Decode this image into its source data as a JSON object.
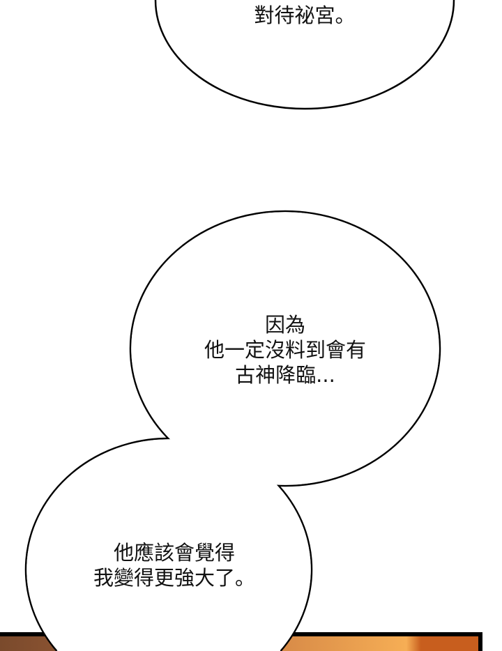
{
  "bubbles": {
    "top": {
      "lines": [
        "對待祕宮。"
      ]
    },
    "middle": {
      "lines": [
        "因為",
        "他一定沒料到會有",
        "古神降臨..."
      ]
    },
    "bottom": {
      "lines": [
        "他應該會覺得",
        "我變得更強大了。"
      ]
    }
  },
  "colors": {
    "panel_left": "#7a4a2c",
    "panel_right": "#f6ae55",
    "panel_edge": "#c85e1e",
    "outline": "#000000"
  }
}
